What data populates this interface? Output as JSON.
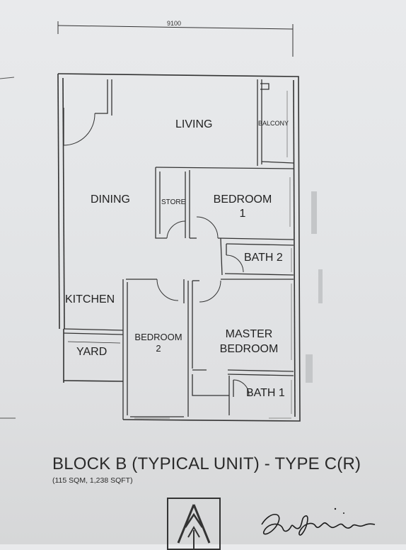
{
  "dimension": "9100",
  "rooms": {
    "living": "LIVING",
    "balcony": "BALCONY",
    "dining": "DINING",
    "store": "STORE",
    "bedroom1_name": "BEDROOM",
    "bedroom1_num": "1",
    "bath2": "BATH 2",
    "kitchen": "KITCHEN",
    "master_line1": "MASTER",
    "master_line2": "BEDROOM",
    "yard": "YARD",
    "bedroom2_name": "BEDROOM",
    "bedroom2_num": "2",
    "bath1": "BATH 1"
  },
  "title": "BLOCK B (TYPICAL UNIT) - TYPE C(R)",
  "subtitle": "(115 SQM, 1,238 SQFT)",
  "logo": {
    "name": "building-logo"
  },
  "signature": {
    "name": "handwritten-signature"
  }
}
